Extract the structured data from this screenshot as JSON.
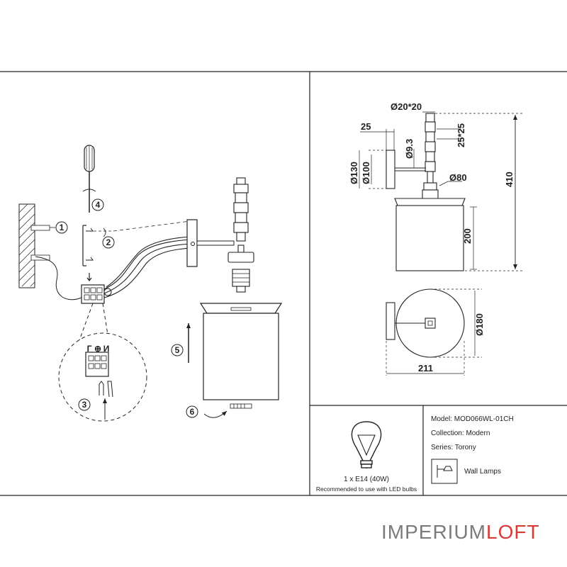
{
  "info": {
    "model": "Model: MOD066WL-01CH",
    "collection": "Collection: Modern",
    "series": "Series: Torony",
    "type": "Wall Lamps",
    "bulb": "1 x E14 (40W)",
    "recommendation": "Recommended to use with LED bulbs"
  },
  "dimensions": {
    "top_diameter": "Ø20*20",
    "stem_width": "25",
    "stem_size": "25*25",
    "small_diameter": "Ø9.3",
    "plate_outer": "Ø130",
    "plate_inner": "Ø100",
    "fitter_diameter": "Ø80",
    "total_height": "410",
    "shade_height": "200",
    "shade_diameter": "Ø180",
    "projection": "211"
  },
  "steps": {
    "s1": "1",
    "s2": "2",
    "s3": "3",
    "s4": "4",
    "s5": "5",
    "s6": "6"
  },
  "terminal_labels": {
    "left": "Г",
    "mid": "⊕",
    "right": "И"
  },
  "brand": {
    "part1": "IMPERIUM",
    "part2": "LOFT",
    "accent_color": "#d83a36",
    "text_color": "#7b7b7b"
  }
}
